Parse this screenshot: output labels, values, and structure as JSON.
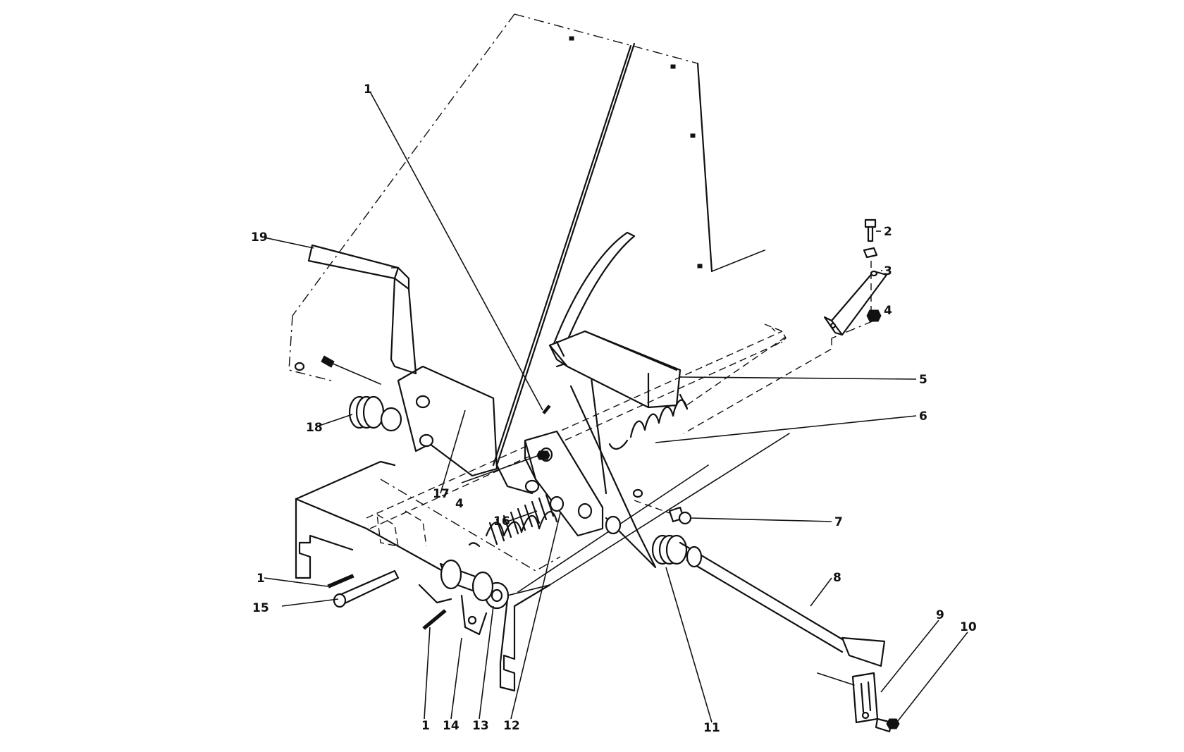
{
  "callouts": [
    {
      "id": "c1a",
      "label": "1"
    },
    {
      "id": "c2",
      "label": "2"
    },
    {
      "id": "c3",
      "label": "3"
    },
    {
      "id": "c4a",
      "label": "4"
    },
    {
      "id": "c5",
      "label": "5"
    },
    {
      "id": "c6",
      "label": "6"
    },
    {
      "id": "c7",
      "label": "7"
    },
    {
      "id": "c8",
      "label": "8"
    },
    {
      "id": "c9",
      "label": "9"
    },
    {
      "id": "c10",
      "label": "10"
    },
    {
      "id": "c11",
      "label": "11"
    },
    {
      "id": "c12",
      "label": "12"
    },
    {
      "id": "c13",
      "label": "13"
    },
    {
      "id": "c14",
      "label": "14"
    },
    {
      "id": "c1c",
      "label": "1"
    },
    {
      "id": "c15",
      "label": "15"
    },
    {
      "id": "c1b",
      "label": "1"
    },
    {
      "id": "c16",
      "label": "16"
    },
    {
      "id": "c4b",
      "label": "4"
    },
    {
      "id": "c17",
      "label": "17"
    },
    {
      "id": "c18",
      "label": "18"
    },
    {
      "id": "c19",
      "label": "19"
    }
  ]
}
